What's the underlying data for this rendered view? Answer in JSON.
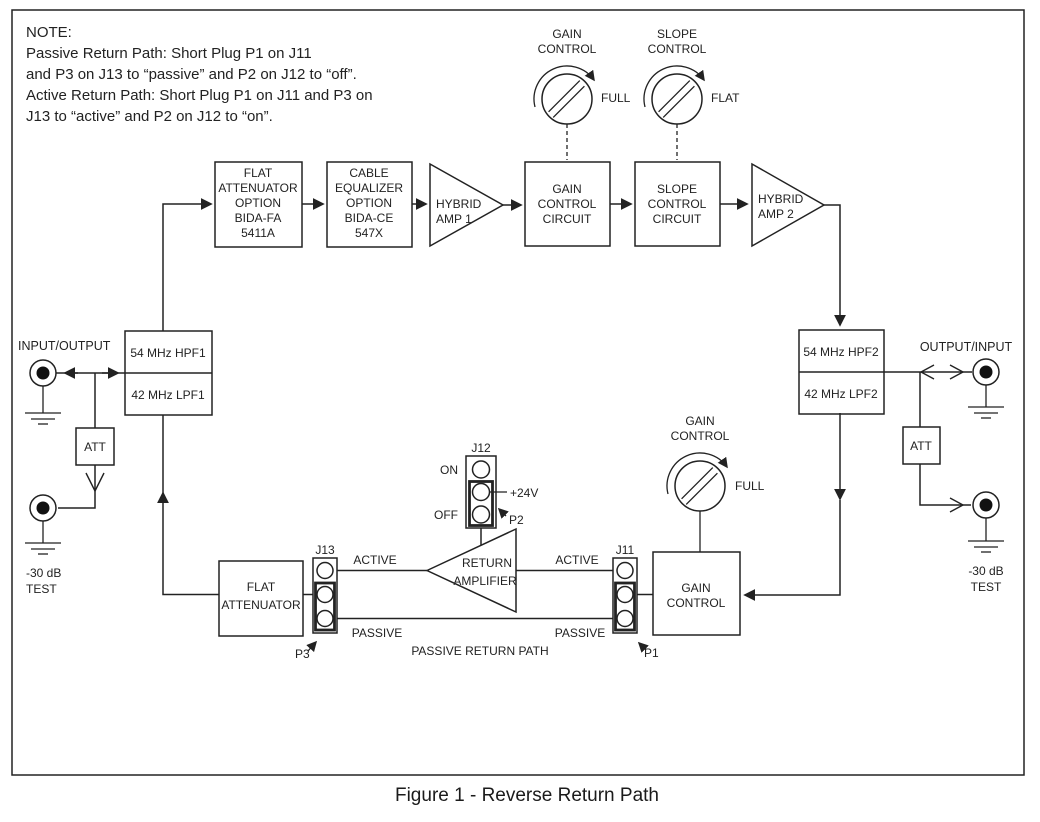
{
  "figure": {
    "caption": "Figure 1 - Reverse Return Path"
  },
  "note": {
    "title": "NOTE:",
    "lines": [
      "Passive Return Path: Short Plug P1 on J11",
      "and P3 on J13 to “passive” and P2 on J12 to “off”.",
      "Active Return Path: Short Plug P1 on J11 and P3 on",
      "J13 to “active” and P2 on J12 to “on”."
    ]
  },
  "knobs": {
    "gain_top": {
      "label": [
        "GAIN",
        "CONTROL"
      ],
      "setting": "FULL"
    },
    "slope_top": {
      "label": [
        "SLOPE",
        "CONTROL"
      ],
      "setting": "FLAT"
    },
    "gain_bottom": {
      "label": [
        "GAIN",
        "CONTROL"
      ],
      "setting": "FULL"
    }
  },
  "top_path": {
    "flat_attenuator_option": [
      "FLAT",
      "ATTENUATOR",
      "OPTION",
      "BIDA-FA",
      "5411A"
    ],
    "cable_equalizer_option": [
      "CABLE",
      "EQUALIZER",
      "OPTION",
      "BIDA-CE",
      "547X"
    ],
    "hybrid_amp_1": [
      "HYBRID",
      "AMP 1"
    ],
    "gain_control_circuit": [
      "GAIN",
      "CONTROL",
      "CIRCUIT"
    ],
    "slope_control_circuit": [
      "SLOPE",
      "CONTROL",
      "CIRCUIT"
    ],
    "hybrid_amp_2": [
      "HYBRID",
      "AMP 2"
    ]
  },
  "left_port": {
    "label": "INPUT/OUTPUT",
    "hpf": "54 MHz HPF1",
    "lpf": "42 MHz LPF1",
    "att": "ATT",
    "test": [
      "-30 dB",
      "TEST"
    ]
  },
  "right_port": {
    "label": "OUTPUT/INPUT",
    "hpf": "54 MHz HPF2",
    "lpf": "42 MHz LPF2",
    "att": "ATT",
    "test": [
      "-30 dB",
      "TEST"
    ]
  },
  "return_path": {
    "flat_attenuator": [
      "FLAT",
      "ATTENUATOR"
    ],
    "return_amplifier": [
      "RETURN",
      "AMPLIFIER"
    ],
    "gain_control": [
      "GAIN",
      "CONTROL"
    ],
    "active_label": "ACTIVE",
    "passive_label": "PASSIVE",
    "path_label": "PASSIVE RETURN PATH",
    "supply_label": "+24V"
  },
  "jumpers": {
    "j12": {
      "name": "J12",
      "on": "ON",
      "off": "OFF",
      "plug": "P2"
    },
    "j13": {
      "name": "J13",
      "plug": "P3"
    },
    "j11": {
      "name": "J11",
      "plug": "P1"
    }
  }
}
